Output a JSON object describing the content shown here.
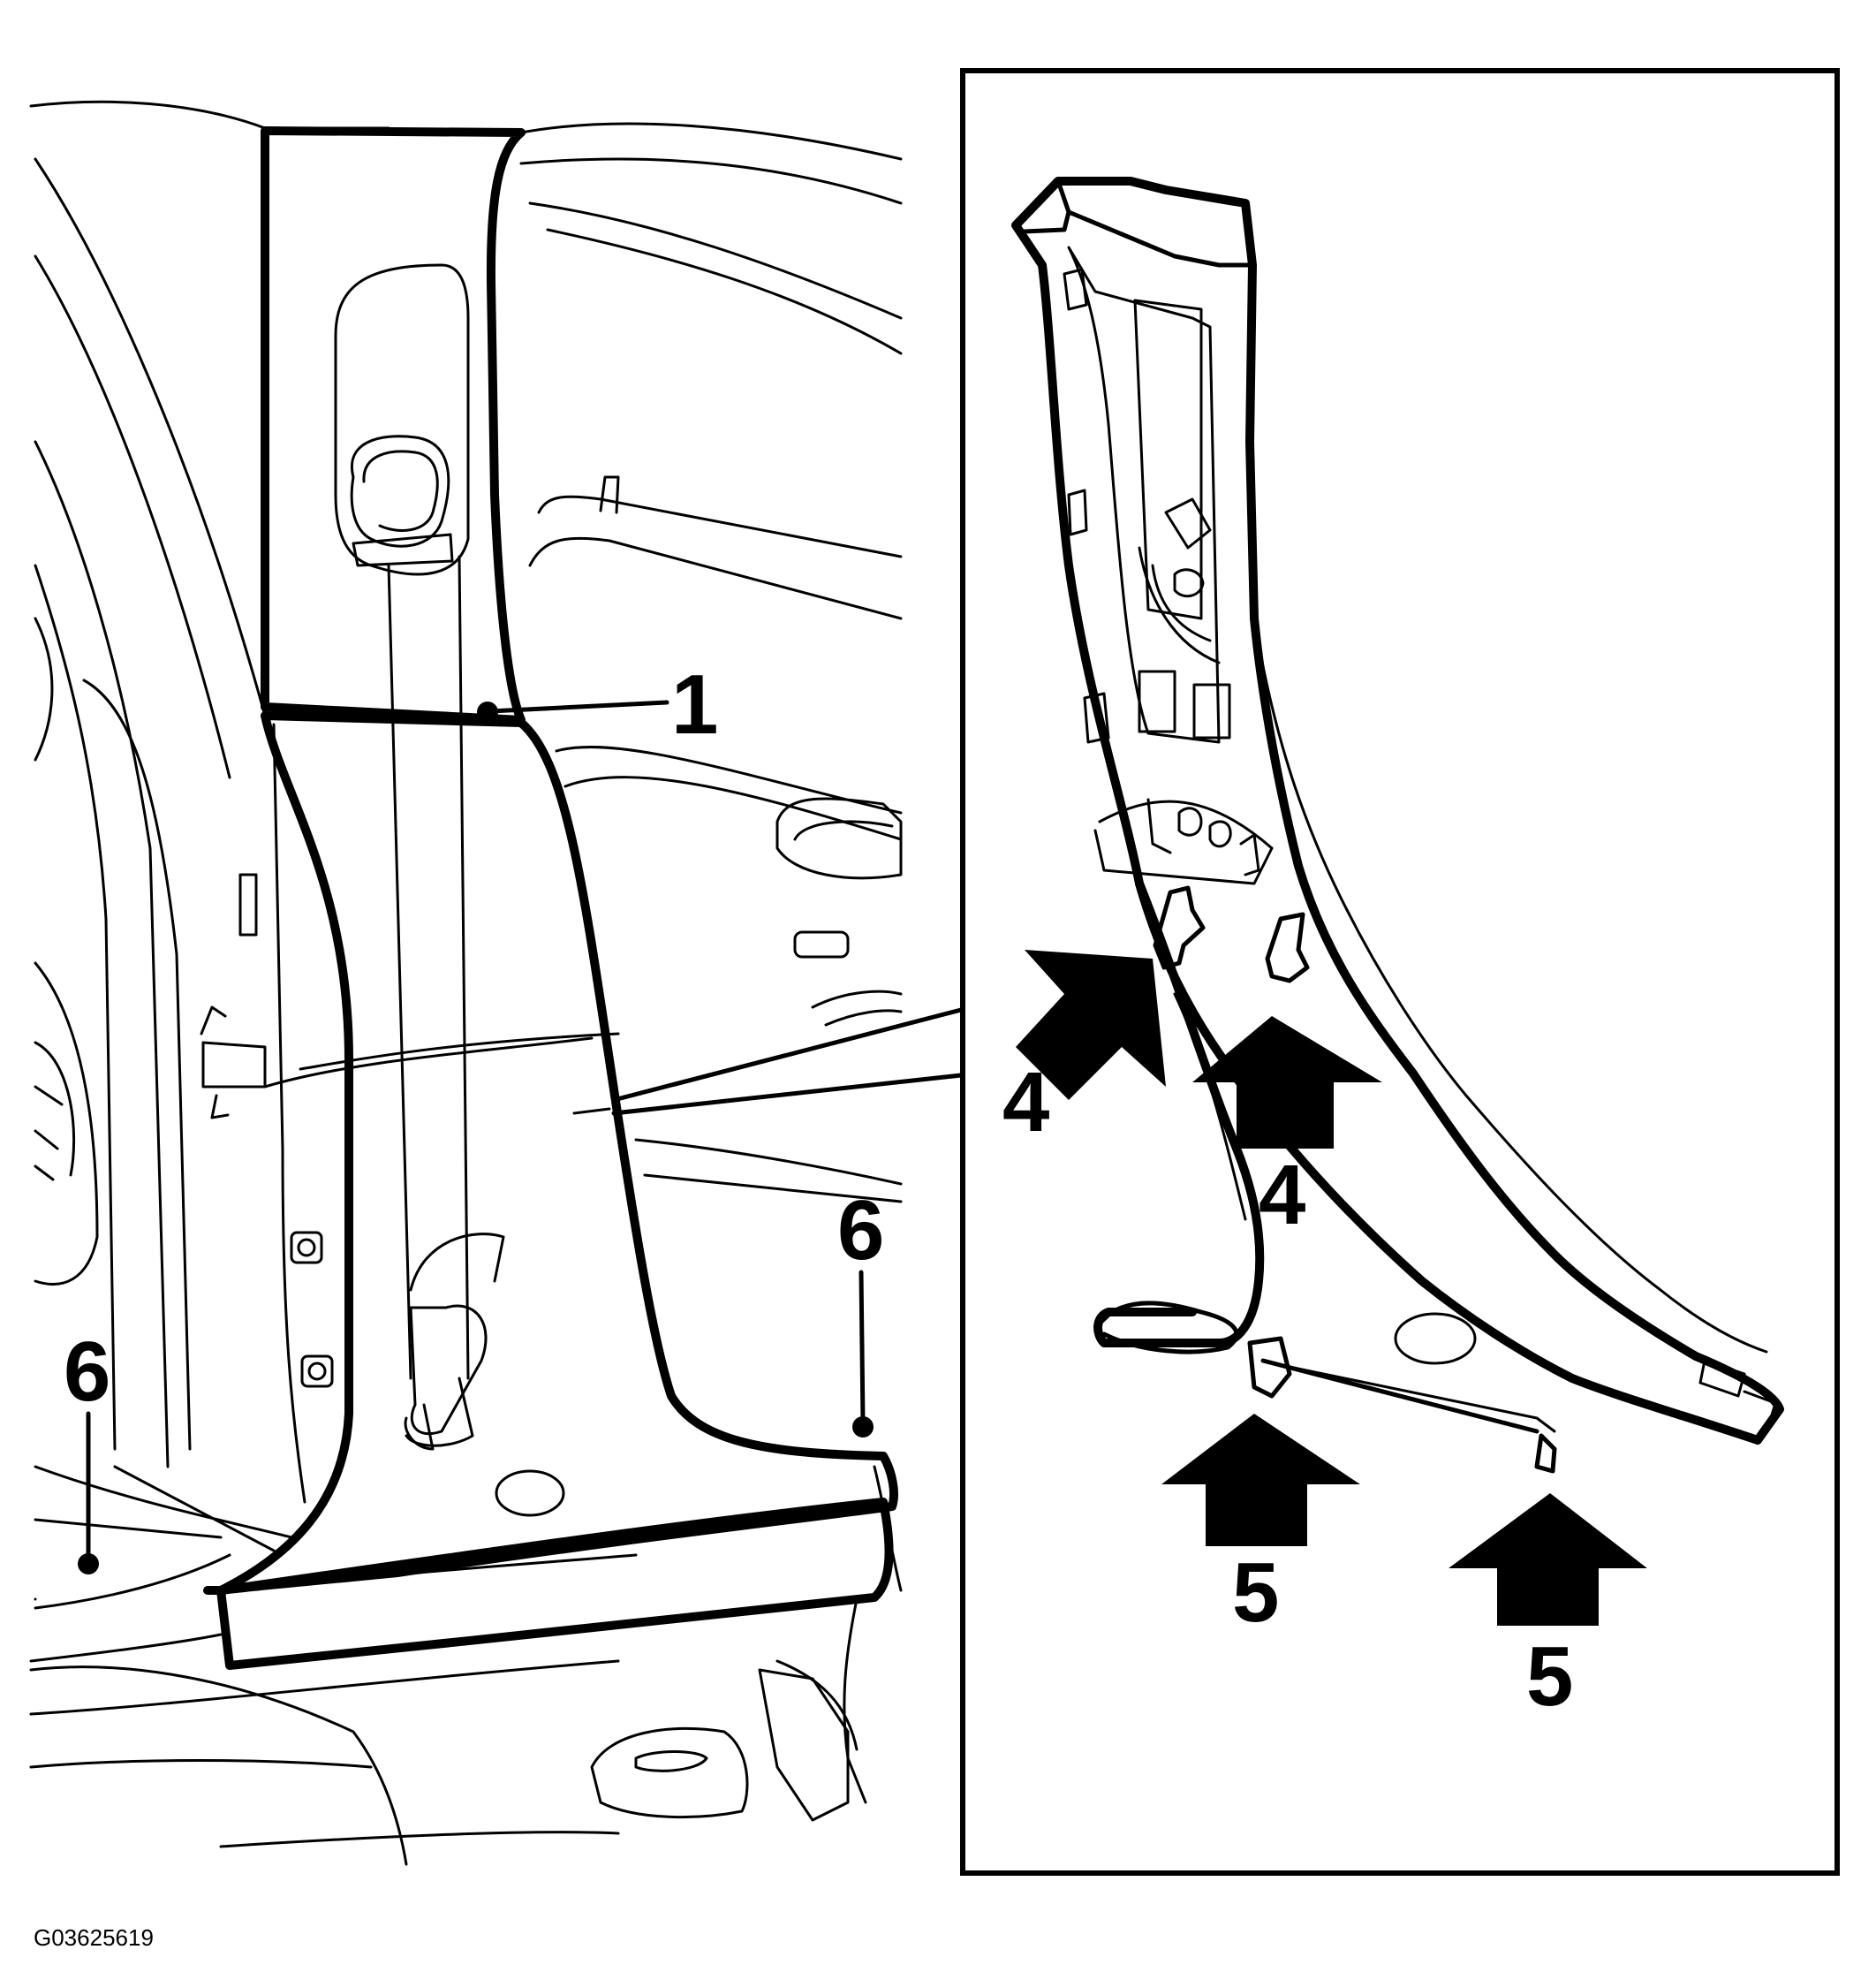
{
  "figure_id": "G03625619",
  "callouts": {
    "c1": "1",
    "c4a": "4",
    "c4b": "4",
    "c5a": "5",
    "c5b": "5",
    "c6a": "6",
    "c6b": "6"
  },
  "icons": {
    "arrow": "filled-block-arrow",
    "leader_dot": "leader-dot"
  },
  "colors": {
    "line": "#000000",
    "background": "#ffffff"
  }
}
